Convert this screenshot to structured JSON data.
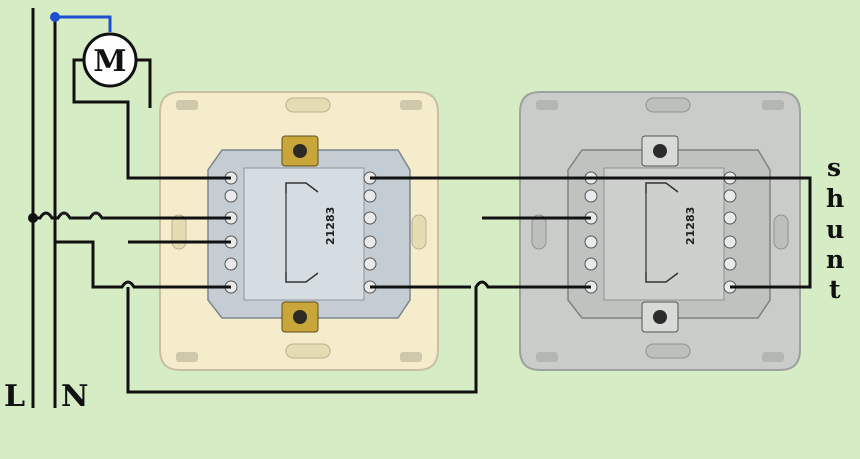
{
  "labels": {
    "line": "L",
    "neutral": "N",
    "motor": "M",
    "shunt": [
      "s",
      "h",
      "u",
      "n",
      "t"
    ]
  },
  "switches": {
    "left_model": "21283",
    "right_model": "21283"
  },
  "colors": {
    "background": "#d6ecc4",
    "wire": "#111111",
    "wire_neutral": "#1e4fd0",
    "left_plate": "#f4eccb",
    "right_plate": "#c9ccc9",
    "terminal": "#e8eaec",
    "rocker": "#c8a63a"
  },
  "icons": [
    "motor-icon",
    "switch-terminal-icon",
    "rocker-icon"
  ]
}
